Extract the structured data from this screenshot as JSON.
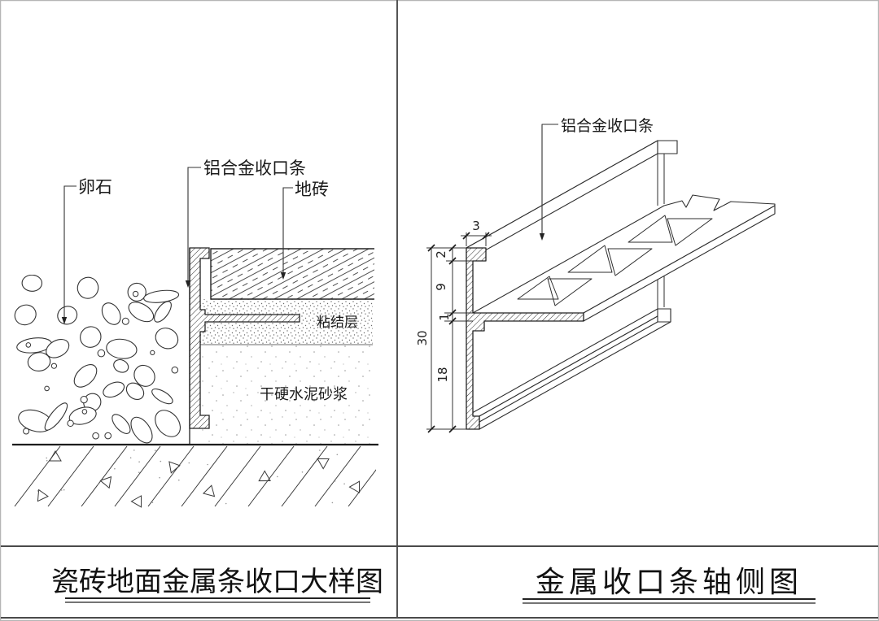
{
  "left_panel": {
    "title": "瓷砖地面金属条收口大样图",
    "labels": {
      "pebble": "卵石",
      "aluminum_strip": "铝合金收口条",
      "floor_tile": "地砖",
      "bonding_layer": "粘结层",
      "cement_mortar": "干硬水泥砂浆"
    }
  },
  "right_panel": {
    "title": "金属收口条轴侧图",
    "labels": {
      "aluminum_strip": "铝合金收口条"
    },
    "dimensions": {
      "top_width": "3",
      "cap_height": "2",
      "upper_web": "9",
      "flange_thickness": "1",
      "lower_web": "18",
      "total_height": "30"
    }
  }
}
